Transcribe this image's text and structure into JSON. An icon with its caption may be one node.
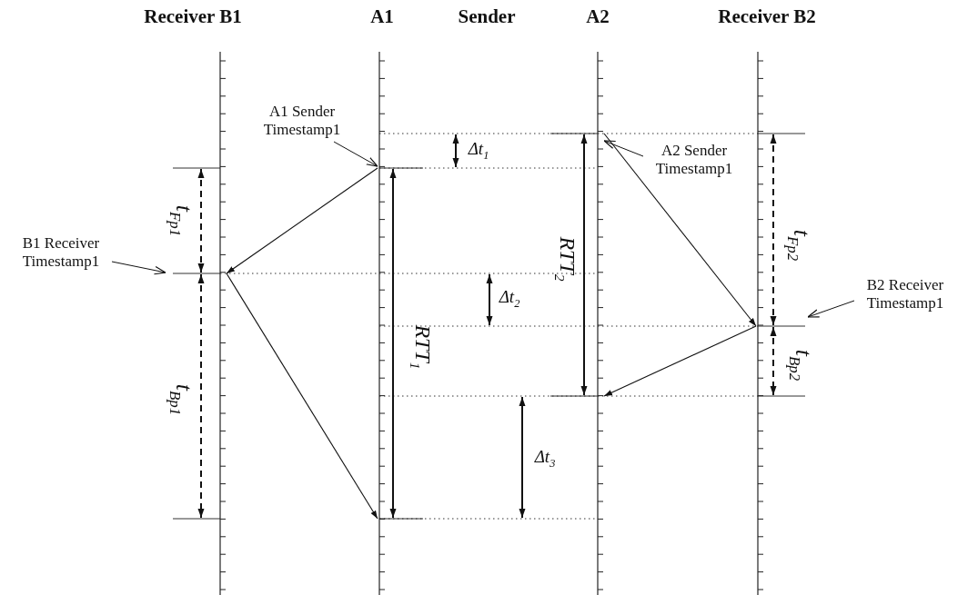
{
  "diagram": {
    "nodes": [
      {
        "text": [],
        "shape": "bar",
        "beside": [
          "Receiver B1"
        ]
      },
      {
        "text": [],
        "shape": "bar",
        "beside": [
          "A1"
        ]
      },
      {
        "text": [],
        "shape": "bar",
        "beside": [
          "A2"
        ]
      },
      {
        "text": [],
        "shape": "bar",
        "beside": [
          "Receiver B2"
        ]
      },
      {
        "text": [
          "A1 Sender Timestamp1"
        ]
      },
      {
        "text": [
          "A2 Sender Timestamp1"
        ]
      },
      {
        "text": [
          "B1 Receiver Timestamp1"
        ]
      },
      {
        "text": [
          "B2 Receiver Timestamp1"
        ]
      }
    ],
    "edges": [
      {
        "from": 1,
        "to": 0,
        "arrow": "to"
      },
      {
        "from": 0,
        "to": 1,
        "arrow": "to"
      },
      {
        "from": 2,
        "to": 3,
        "arrow": "to"
      },
      {
        "from": 3,
        "to": 2,
        "arrow": "to"
      },
      {
        "from": 4,
        "to": 1,
        "arrow": "to"
      },
      {
        "from": 5,
        "to": 2,
        "arrow": "to"
      },
      {
        "from": 6,
        "to": null,
        "arrow": "to"
      },
      {
        "from": 7,
        "to": null,
        "arrow": "to"
      }
    ],
    "labels": [
      "Sender",
      "Δt$_{1}$",
      "t$_{Fp1}$",
      "RTT$_{2}$",
      "t$_{Fp2}$",
      "Δt$_{2}$",
      "RTT$_{1}$",
      "t$_{Bp1}$",
      "t$_{Bp2}$",
      "Δt$_{3}$"
    ]
  }
}
